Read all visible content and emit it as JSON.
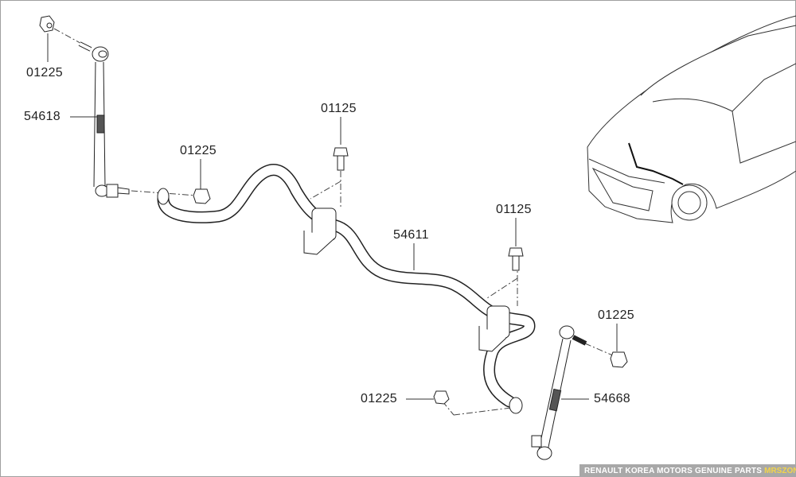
{
  "callouts": [
    {
      "id": "nut-top-left",
      "part_no": "01225"
    },
    {
      "id": "link-left",
      "part_no": "54618"
    },
    {
      "id": "nut-left-bar",
      "part_no": "01225"
    },
    {
      "id": "bolt-left",
      "part_no": "01125"
    },
    {
      "id": "stabilizer-bar",
      "part_no": "54611"
    },
    {
      "id": "bolt-right",
      "part_no": "01125"
    },
    {
      "id": "nut-right-top",
      "part_no": "01225"
    },
    {
      "id": "nut-right-bar",
      "part_no": "01225"
    },
    {
      "id": "link-right",
      "part_no": "54668"
    }
  ],
  "watermark": {
    "text": "RENAULT KOREA MOTORS GENUINE PARTS",
    "brand": "MRSZONE"
  },
  "colors": {
    "line": "#222222",
    "border": "#a0a0a0",
    "watermark_bg": "#a8a8a8",
    "accent": "#f2d44a"
  }
}
